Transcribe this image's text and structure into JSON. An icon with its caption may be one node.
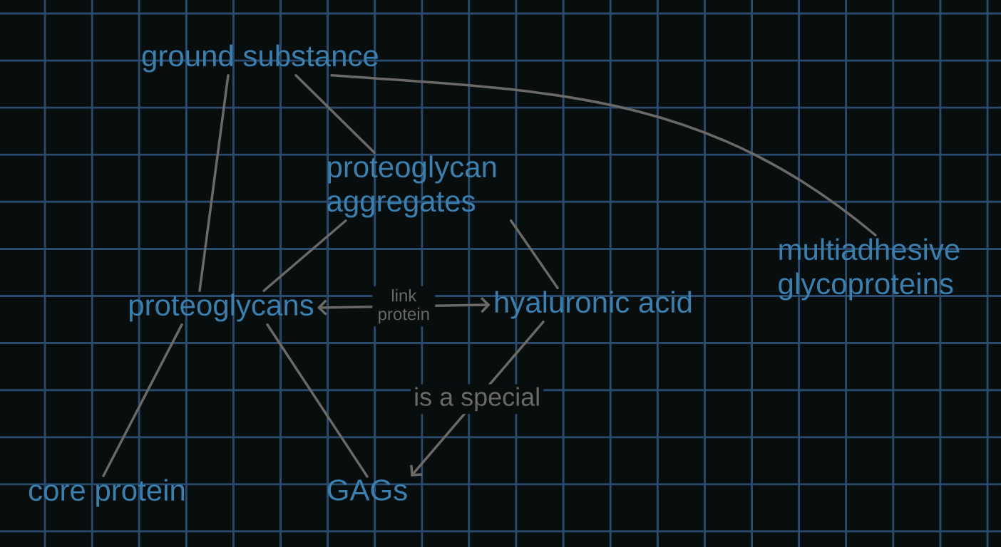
{
  "diagram": {
    "nodes": [
      {
        "text": [
          "ground substance"
        ]
      },
      {
        "text": [
          "proteoglycan aggregates"
        ]
      },
      {
        "text": [
          "multiadhesive glycoproteins"
        ]
      },
      {
        "text": [
          "proteoglycans"
        ]
      },
      {
        "text": [
          "hyaluronic acid"
        ]
      },
      {
        "text": [
          "core protein"
        ]
      },
      {
        "text": [
          "GAGs"
        ]
      }
    ],
    "edges": [
      {
        "from": 0,
        "to": 3,
        "arrow": "none"
      },
      {
        "from": 0,
        "to": 1,
        "arrow": "none"
      },
      {
        "from": 0,
        "to": 2,
        "arrow": "none"
      },
      {
        "from": 1,
        "to": 3,
        "arrow": "none"
      },
      {
        "from": 1,
        "to": 4,
        "arrow": "none"
      },
      {
        "from": 3,
        "to": 4,
        "arrow": "both",
        "label": "link protein"
      },
      {
        "from": 3,
        "to": 5,
        "arrow": "none"
      },
      {
        "from": 3,
        "to": 6,
        "arrow": "none"
      },
      {
        "from": 4,
        "to": 6,
        "arrow": "to",
        "label": "is a special"
      }
    ]
  }
}
